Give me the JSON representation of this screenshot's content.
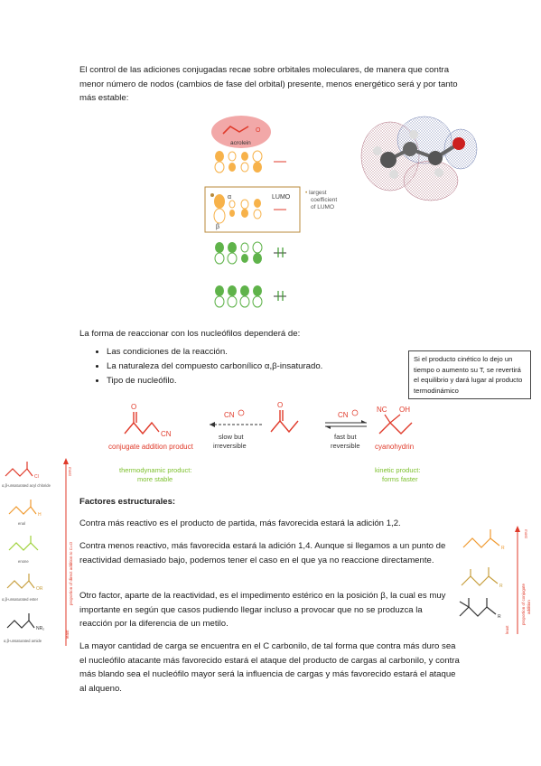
{
  "intro": "El control de las adiciones conjugadas recae sobre orbitales moleculares, de manera que contra menor número de nodos (cambios de fase del orbital) presente, menos energético será y por tanto más estable:",
  "mo_diagram": {
    "acrolein_label": "acrolein",
    "o_label": "O",
    "alpha": "α",
    "beta": "β",
    "lumo": "LUMO",
    "note": [
      "largest",
      "coefficient",
      "of LUMO"
    ]
  },
  "nucleophile_intro": "La forma de reaccionar con los nucleófilos dependerá de:",
  "bullets": [
    "Las condiciones de la reacción.",
    "La naturaleza del compuesto carbonílico α,β-insaturado.",
    "Tipo de nucleófilo."
  ],
  "note_box": "Si el producto cinético lo dejo un tiempo o aumento su T, se revertirá el equilibrio y dará lugar al producto termodinámico",
  "reaction": {
    "left_product": "conjugate addition product",
    "left_cn": "CN",
    "reagent_left": "CN",
    "left_arrow_label": [
      "slow but",
      "irreversible"
    ],
    "reagent_right": "CN",
    "right_arrow_label": [
      "fast but",
      "reversible"
    ],
    "right_product": "cyanohydrin",
    "right_nc": "NC",
    "right_oh": "OH",
    "o": "O",
    "thermo": [
      "thermodynamic product:",
      "more stable"
    ],
    "kinetic": [
      "kinetic product:",
      "forms faster"
    ]
  },
  "left_column": {
    "items": [
      "α,β-unsaturated acyl chloride",
      "enal",
      "enone",
      "α,β-unsaturated ester",
      "α,β-unsaturated amide"
    ],
    "atoms": [
      "Cl",
      "H",
      "",
      "OR",
      "NR₂"
    ],
    "axis": "proportion of direct addition to C=O",
    "most": "most",
    "least": "least"
  },
  "structural_title": "Factores estructurales:",
  "paragraphs": [
    "Contra más reactivo es el producto de partida, más favorecida estará la adición 1,2.",
    "Contra menos reactivo, más favorecida estará la adición 1,4. Aunque si llegamos a un punto de reactividad demasiado bajo, podemos tener el caso en el que ya no reaccione directamente.",
    "Otro factor, aparte de la reactividad, es el impedimento estérico en la posición β, la cual es muy importante en según que casos pudiendo llegar incluso a provocar que no se produzca la reacción por la diferencia de un metilo.",
    "La mayor cantidad de carga se encuentra en el C carbonilo, de tal forma que contra más duro sea el nucleófilo atacante más favorecido estará el ataque del producto de cargas al carbonilo, y contra más blando sea el nucleófilo mayor será la influencia de cargas y más favorecido estará el ataque al alqueno."
  ],
  "right_column": {
    "axis": [
      "proportion of conjugate",
      "addition"
    ],
    "most": "most",
    "least": "least",
    "r": "R"
  }
}
